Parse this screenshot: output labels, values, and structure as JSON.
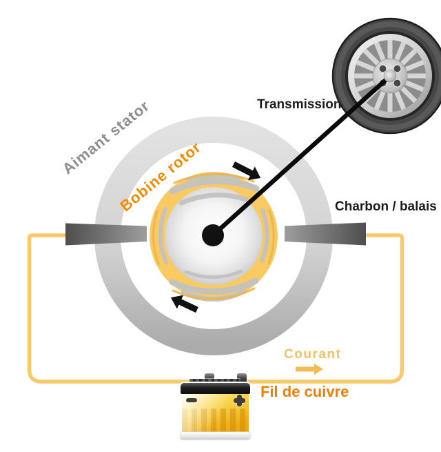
{
  "diagram": {
    "labels": {
      "stator": "Aimant stator",
      "rotor": "Bobine rotor",
      "transmission": "Transmission",
      "brushes": "Charbon / balais",
      "current": "Courant",
      "copper_wire": "Fil de cuivre"
    },
    "colors": {
      "orange_label": "#F18A00",
      "copper_wire_label": "#EE8000",
      "wire_yellow": "#F7C967",
      "current_label": "#F5C166",
      "current_arrow": "#F1BC55",
      "coil_fill": "#F8CA61",
      "stator_label_gray": "#8D8D8D",
      "stator_ring_top": "#DFDFDF",
      "stator_ring_bottom": "#ADADAD",
      "black_label": "#1C1C1C"
    },
    "icons": [
      "wheel-icon",
      "battery-icon",
      "rotation-arrow-icon",
      "current-arrow-icon",
      "brush-block",
      "transmission-shaft"
    ]
  }
}
